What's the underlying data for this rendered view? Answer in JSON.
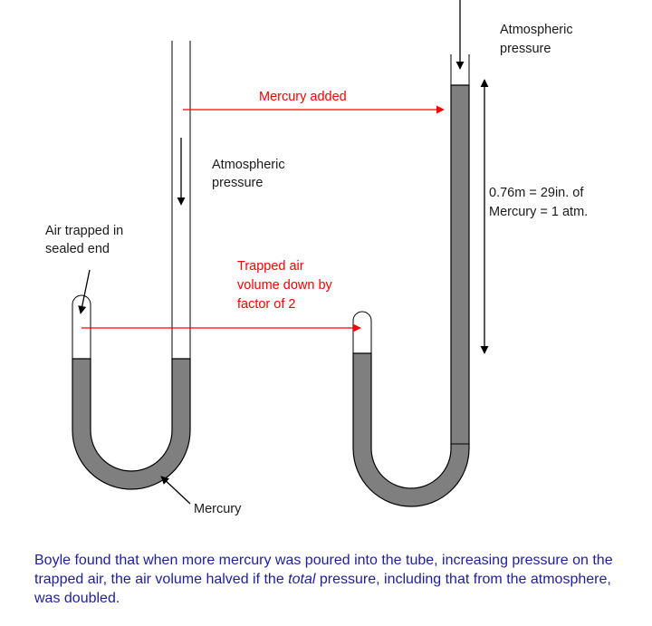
{
  "labels": {
    "atm_left": [
      "Atmospheric",
      "pressure"
    ],
    "atm_right": [
      "Atmospheric",
      "pressure"
    ],
    "air_trapped": [
      "Air trapped in",
      "sealed end"
    ],
    "mercury": "Mercury",
    "mercury_added": "Mercury added",
    "trapped_volume": [
      "Trapped air",
      "volume down by",
      "factor of 2"
    ],
    "height_label": [
      "0.76m = 29in. of",
      "Mercury = 1 atm."
    ]
  },
  "caption": {
    "before_italic": "Boyle found that when more mercury was poured into the tube, increasing pressure on the trapped air, the air volume halved if the ",
    "italic": "total",
    "after_italic": " pressure, including that from the atmosphere, was doubled."
  },
  "colors": {
    "mercury_fill": "#7f7f7f",
    "tube_outline": "#000000",
    "arrow_red": "#ff0000",
    "caption_text": "#1f1f9a"
  }
}
